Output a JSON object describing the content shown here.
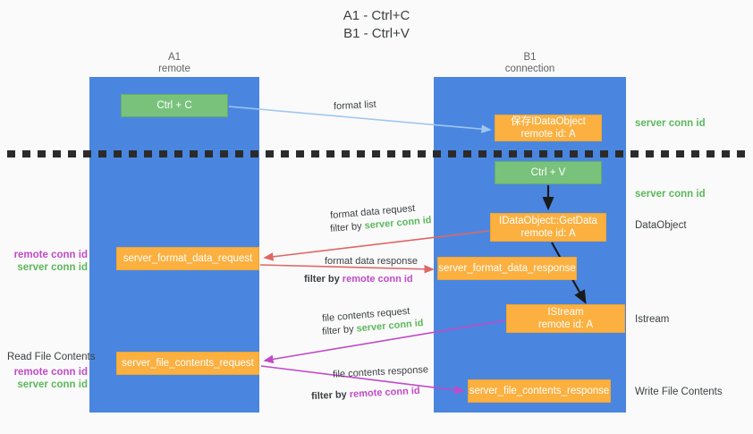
{
  "title": {
    "line1": "A1 - Ctrl+C",
    "line2": "B1 - Ctrl+V"
  },
  "columns": {
    "left": {
      "name": "A1",
      "role": "remote"
    },
    "right": {
      "name": "B1",
      "role": "connection"
    }
  },
  "nodes": {
    "ctrl_c": {
      "line1": "Ctrl + C",
      "line2": ""
    },
    "save_dataobj": {
      "line1": "保存IDataObject",
      "line2": "remote id: A"
    },
    "ctrl_v": {
      "line1": "Ctrl + V",
      "line2": ""
    },
    "getdata": {
      "line1": "IDataObject::GetData",
      "line2": "remote id: A"
    },
    "format_data_request": {
      "line1": "server_format_data_request",
      "line2": ""
    },
    "format_data_response": {
      "line1": "server_format_data_response",
      "line2": ""
    },
    "istream": {
      "line1": "IStream",
      "line2": "remote id: A"
    },
    "file_contents_request": {
      "line1": "server_file_contents_request",
      "line2": ""
    },
    "file_contents_response": {
      "line1": "server_file_contents_response",
      "line2": ""
    }
  },
  "edge_labels": {
    "format_list": "format list",
    "format_data_request": "format data request",
    "format_data_request_filter_prefix": "filter by ",
    "format_data_request_filter_value": "server conn id",
    "format_data_response": "format data response",
    "format_data_response_filter_prefix": "filter by ",
    "format_data_response_filter_value": "remote conn id",
    "file_contents_request": "file contents request",
    "file_contents_request_filter_prefix": "filter by ",
    "file_contents_request_filter_value": "server conn id",
    "file_contents_response": "file contents response",
    "file_contents_response_filter_prefix": "filter by ",
    "file_contents_response_filter_value": "remote conn id"
  },
  "annotations": {
    "right_server_conn_top": "server conn id",
    "right_server_conn_mid": "server conn id",
    "right_dataobject": "DataObject",
    "right_istream": "Istream",
    "right_write_file_contents": "Write File Contents",
    "left_remote_conn_1": "remote conn id",
    "left_server_conn_1": "server conn id",
    "left_read_file_contents": "Read File Contents",
    "left_remote_conn_2": "remote conn id",
    "left_server_conn_2": "server conn id"
  },
  "colors": {
    "lane_blue": "#4a86e0",
    "node_green": "#79c27c",
    "node_orange": "#fbb040",
    "server_conn_green": "#5cb85c",
    "remote_conn_purple": "#c24ac8",
    "arrow_lightblue": "#9ec6ee",
    "arrow_red": "#e06666",
    "arrow_magenta": "#c24ac8",
    "arrow_black": "#1a1a1a",
    "background": "#fafafa",
    "dashed_line": "#2b2b2b"
  }
}
